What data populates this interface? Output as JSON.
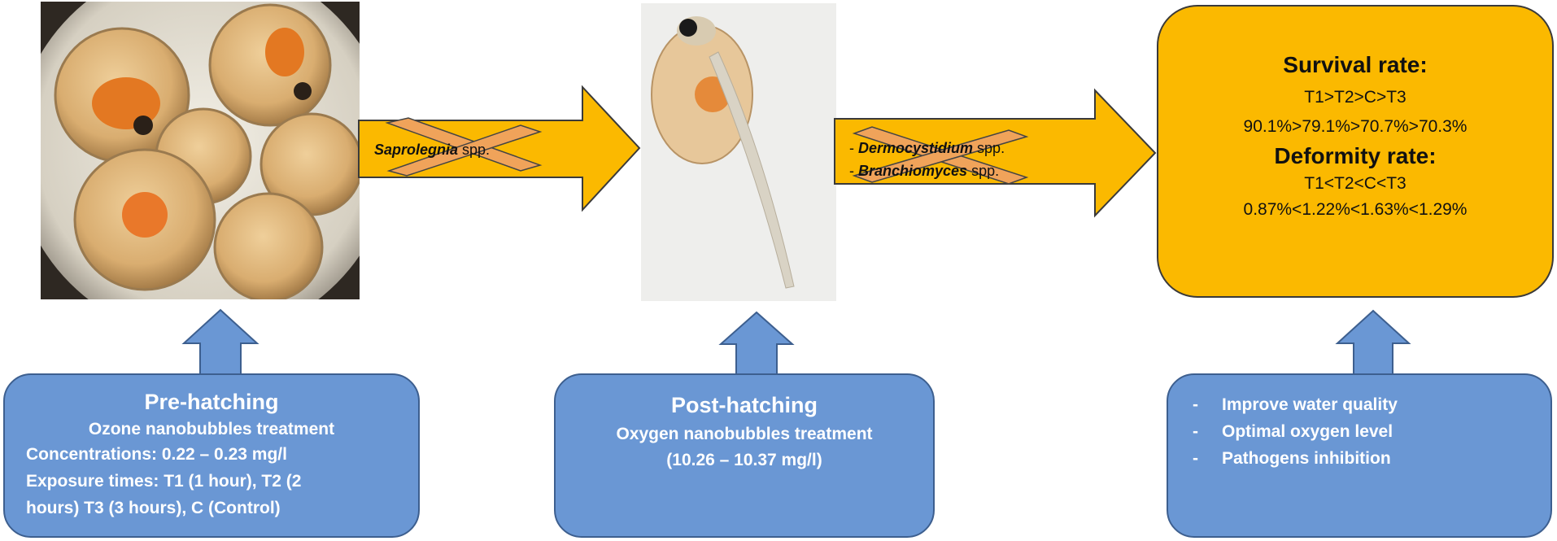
{
  "pre_hatching": {
    "title": "Pre-hatching",
    "subtitle": "Ozone nanobubbles treatment",
    "concentrations": "Concentrations: 0.22 – 0.23 mg/l",
    "exposure_line1": "Exposure times: T1 (1 hour), T2 (2",
    "exposure_line2": "hours) T3 (3 hours), C (Control)"
  },
  "post_hatching": {
    "title": "Post-hatching",
    "subtitle": "Oxygen nanobubbles treatment",
    "range": "(10.26 – 10.37 mg/l)"
  },
  "benefits": {
    "items": [
      {
        "dash": "-",
        "text": "Improve water quality"
      },
      {
        "dash": "-",
        "text": "Optimal oxygen level"
      },
      {
        "dash": "-",
        "text": "Pathogens inhibition"
      }
    ]
  },
  "arrow1": {
    "pathogen": "Saprolegnia",
    "suffix": " spp."
  },
  "arrow2": {
    "items": [
      {
        "prefix": "- ",
        "pathogen": "Dermocystidium",
        "suffix": " spp."
      },
      {
        "prefix": "- ",
        "pathogen": "Branchiomyces",
        "suffix": " spp."
      }
    ]
  },
  "results": {
    "survival_heading": "Survival rate:",
    "survival_order": "T1>T2>C>T3",
    "survival_values": "90.1%>79.1%>70.7%>70.3%",
    "deformity_heading": "Deformity rate:",
    "deformity_order": "T1<T2<C<T3",
    "deformity_values": "0.87%<1.22%<1.63%<1.29%"
  },
  "colors": {
    "arrow_fill": "#fbb900",
    "box_fill": "#6a97d4",
    "cross_fill": "#f0a35a"
  }
}
